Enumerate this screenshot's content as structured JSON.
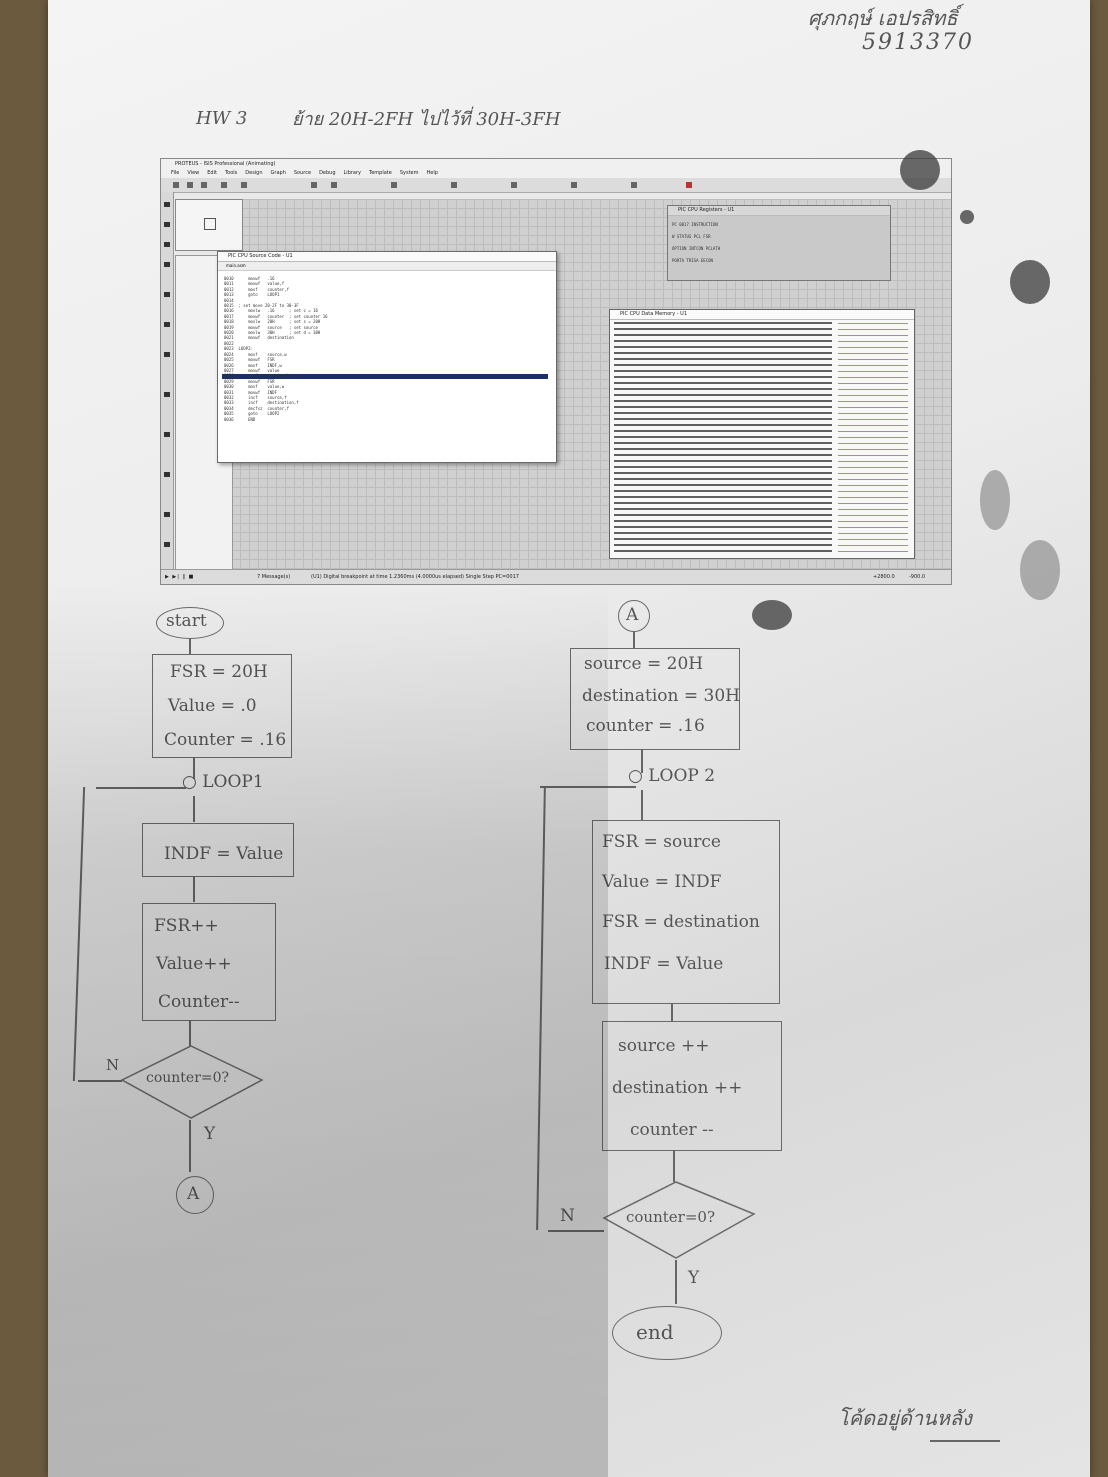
{
  "header": {
    "name_thai": "ศุภกฤษ์ เอปรสิทธิ์",
    "student_id": "5913370",
    "homework_title": "HW 3",
    "task": "ย้าย 20H-2FH ไปไว้ที่ 30H-3FH"
  },
  "screenshot": {
    "app_title": "PROTEUS - ISIS Professional (Animating)",
    "menu": [
      "File",
      "View",
      "Edit",
      "Tools",
      "Design",
      "Graph",
      "Source",
      "Debug",
      "Library",
      "Template",
      "System",
      "Help"
    ],
    "source_window_title": "PIC CPU Source Code - U1",
    "source_path": "main.asm",
    "register_window_title": "PIC CPU Registers - U1",
    "memory_window_title": "PIC CPU Data Memory - U1",
    "status_messages": "7 Message(s)",
    "status_text": "(U1) Digital breakpoint at time 1.2360ms (4.0000us elapsed) Single Step PC=0017",
    "coord_x": "+2800.0",
    "coord_y": "-900.0"
  },
  "flowchart_left": {
    "start_label": "start",
    "init_lines": [
      "FSR = 20H",
      "Value = .0",
      "Counter = .16"
    ],
    "loop_label": "LOOP1",
    "step1": "INDF = Value",
    "step2_lines": [
      "FSR++",
      "Value++",
      "Counter--"
    ],
    "decision": "counter=0?",
    "no_label": "N",
    "yes_label": "Y",
    "connector": "A"
  },
  "flowchart_right": {
    "connector": "A",
    "init_lines": [
      "source = 20H",
      "destination = 30H",
      "counter = .16"
    ],
    "loop_label": "LOOP 2",
    "step1_lines": [
      "FSR = source",
      "Value = INDF",
      "FSR = destination",
      "INDF = Value"
    ],
    "step2_lines": [
      "source ++",
      "destination ++",
      "counter --"
    ],
    "decision": "counter=0?",
    "no_label": "N",
    "yes_label": "Y",
    "end_label": "end"
  },
  "footer_note": "โค้ดอยู่ด้านหลัง"
}
